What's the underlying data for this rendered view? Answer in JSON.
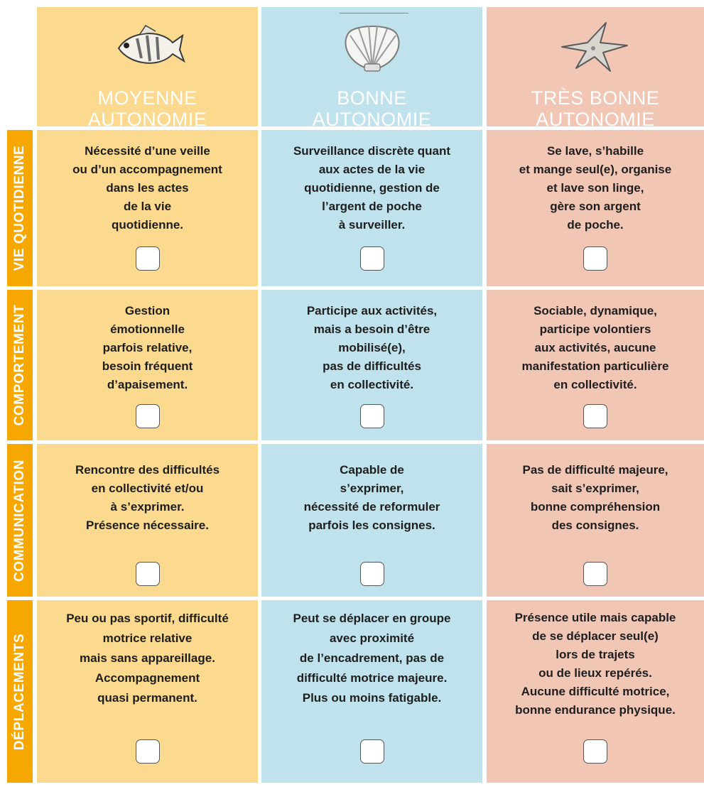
{
  "columns": [
    {
      "title_line1": "MOYENNE",
      "title_line2": "AUTONOMIE",
      "icon": "fish-icon"
    },
    {
      "title_line1": "BONNE",
      "title_line2": "AUTONOMIE",
      "icon": "shell-icon"
    },
    {
      "title_line1": "TRÈS BONNE",
      "title_line2": "AUTONOMIE",
      "icon": "starfish-icon"
    }
  ],
  "colors": {
    "col1": "#fbd98f",
    "col2": "#bfe2ec",
    "col3": "#f2c6b5",
    "label": "#f6a800"
  },
  "rows": [
    {
      "label": "VIE QUOTIDIENNE",
      "cells": [
        "Nécessité d’une veille\nou d’un accompagnement\ndans les actes\nde la vie\nquotidienne.",
        "Surveillance discrète quant\naux actes de la vie\nquotidienne, gestion de\nl’argent de poche\nà surveiller.",
        "Se lave, s’habille\net mange seul(e), organise\net lave son linge,\ngère son argent\nde poche."
      ]
    },
    {
      "label": "COMPORTEMENT",
      "cells": [
        "Gestion\némotionnelle\nparfois relative,\nbesoin fréquent\nd’apaisement.",
        "Participe aux activités,\nmais a besoin d’être\nmobilisé(e),\npas de difficultés\nen collectivité.",
        "Sociable, dynamique,\nparticipe volontiers\naux activités, aucune\nmanifestation particulière\nen collectivité."
      ]
    },
    {
      "label": "COMMUNICATION",
      "cells": [
        "Rencontre des difficultés\nen collectivité et/ou\nà s’exprimer.\nPrésence nécessaire.",
        "Capable de\ns’exprimer,\nnécessité de reformuler\nparfois les consignes.",
        "Pas de difficulté majeure,\nsait s’exprimer,\nbonne compréhension\ndes consignes."
      ]
    },
    {
      "label": "DÉPLACEMENTS",
      "cells": [
        "Peu ou pas sportif, difficulté\nmotrice relative\nmais sans appareillage.\nAccompagnement\nquasi permanent.",
        "Peut se déplacer en groupe\navec proximité\nde l’encadrement, pas de\ndifficulté motrice majeure.\nPlus ou moins fatigable.",
        "Présence utile mais capable\nde se déplacer seul(e)\nlors de trajets\nou de lieux repérés.\nAucune difficulté motrice,\nbonne endurance physique."
      ]
    }
  ]
}
